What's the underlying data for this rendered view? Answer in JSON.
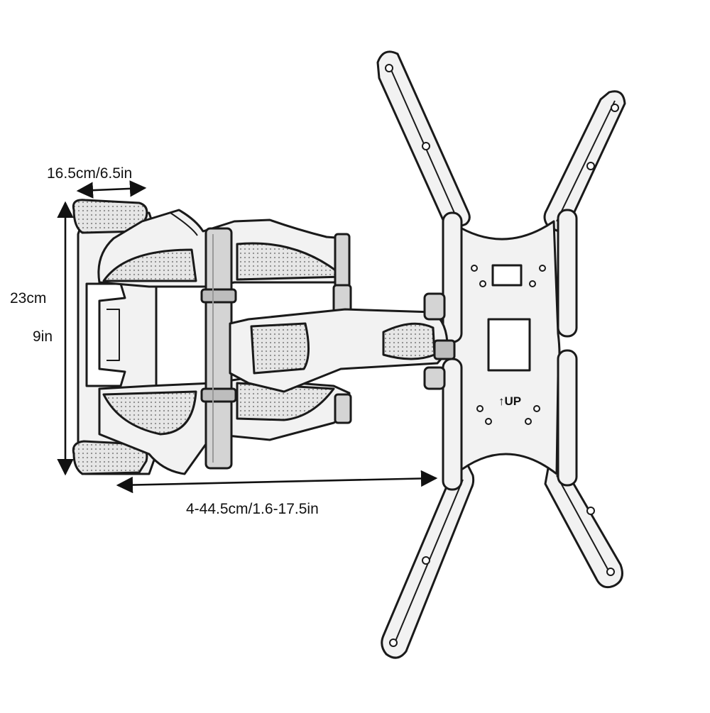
{
  "dimensions": {
    "depth_plate": "16.5cm/6.5in",
    "height_cm": "23cm",
    "height_in": "9in",
    "extension": "4-44.5cm/1.6-17.5in"
  },
  "vesa_plate": {
    "up_marker": "↑UP"
  },
  "colors": {
    "line": "#1a1a1a",
    "fill": "#f4f4f4",
    "shade": "#d9d9d9",
    "metal": "#bdbdbd",
    "background": "#ffffff"
  }
}
